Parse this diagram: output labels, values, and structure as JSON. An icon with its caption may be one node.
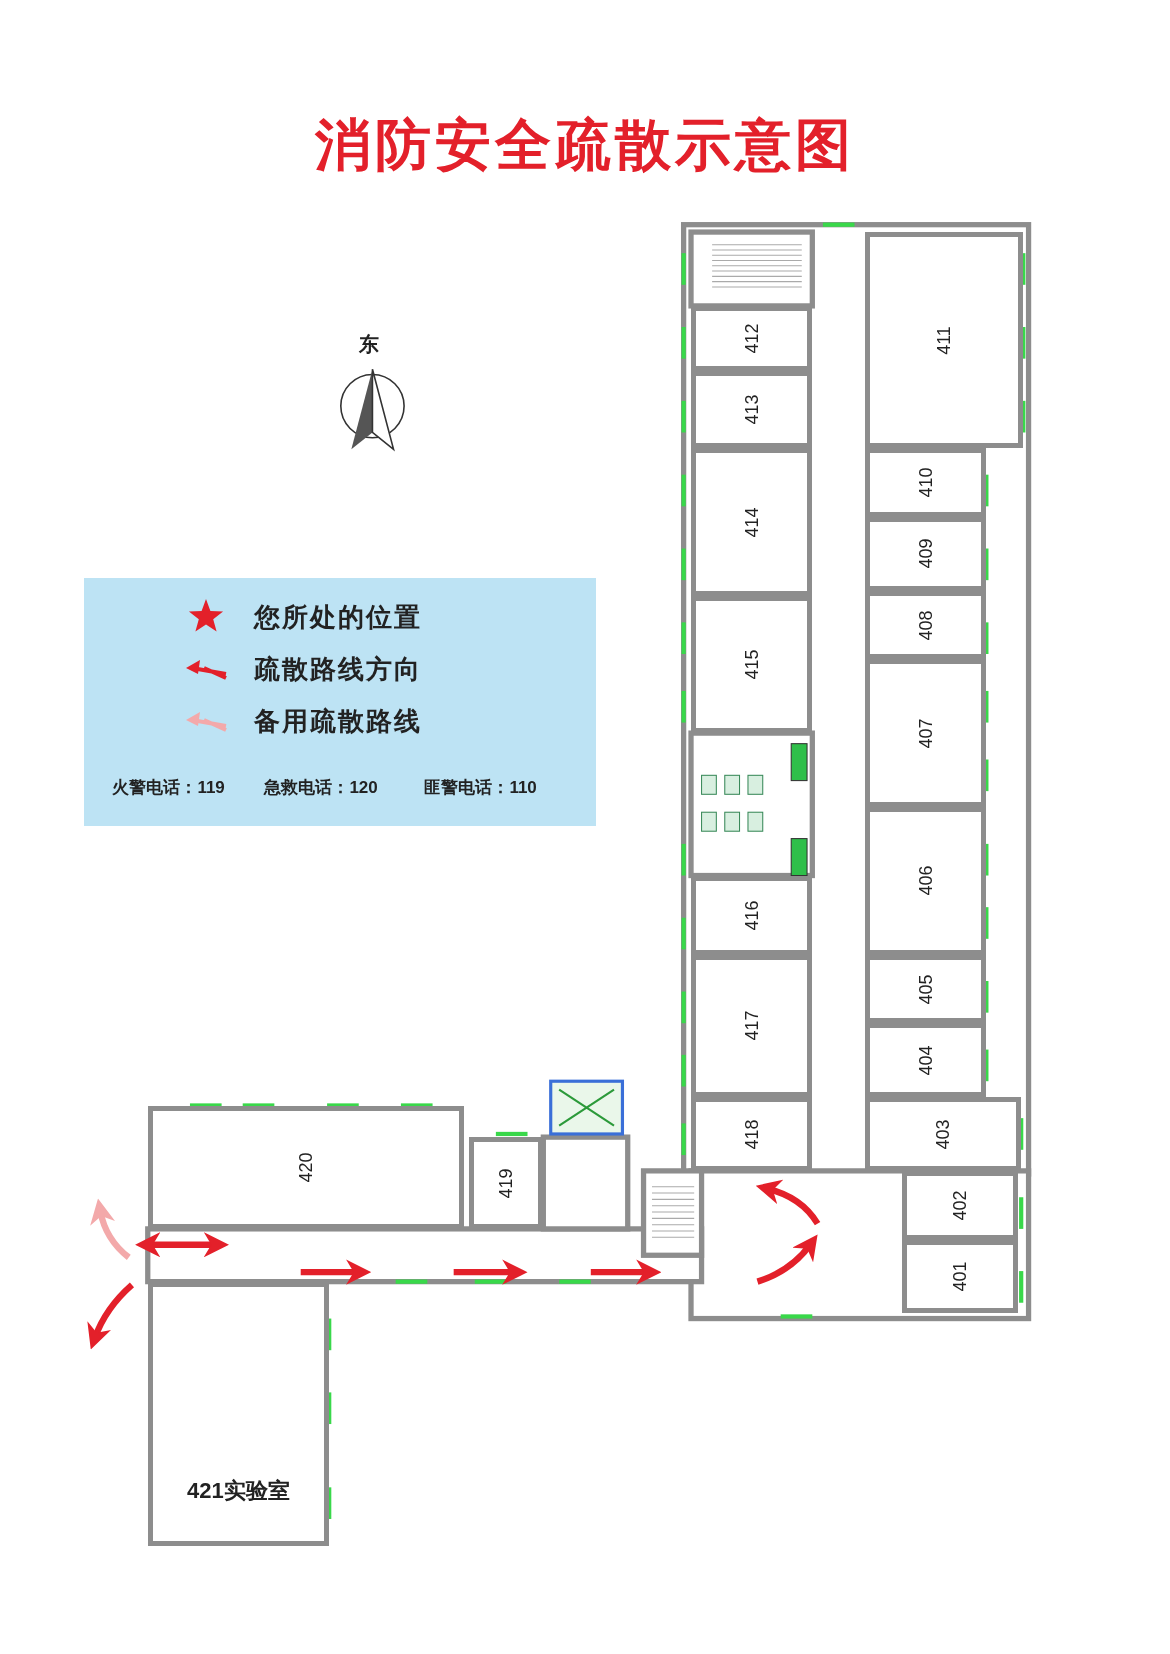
{
  "diagram": {
    "title": "消防安全疏散示意图",
    "nodes": [
      {
        "text": [
          "401"
        ]
      },
      {
        "text": [
          "402"
        ]
      },
      {
        "text": [
          "403"
        ]
      },
      {
        "text": [
          "404"
        ]
      },
      {
        "text": [
          "405"
        ]
      },
      {
        "text": [
          "406"
        ]
      },
      {
        "text": [
          "407"
        ]
      },
      {
        "text": [
          "408"
        ]
      },
      {
        "text": [
          "409"
        ]
      },
      {
        "text": [
          "410"
        ]
      },
      {
        "text": [
          "411"
        ]
      },
      {
        "text": [
          "412"
        ]
      },
      {
        "text": [
          "413"
        ]
      },
      {
        "text": [
          "414"
        ]
      },
      {
        "text": [
          "415"
        ]
      },
      {
        "text": [
          "416"
        ]
      },
      {
        "text": [
          "417"
        ]
      },
      {
        "text": [
          "418"
        ]
      },
      {
        "text": [
          "419"
        ]
      },
      {
        "text": [
          "420"
        ]
      },
      {
        "text": [
          "421实验室"
        ]
      }
    ],
    "edges": [],
    "labels": [
      "东",
      "火警电话：119",
      "急救电话：120",
      "匪警电话：110"
    ],
    "legend": [
      {
        "text": "您所处的位置"
      },
      {
        "text": "疏散路线方向"
      },
      {
        "text": "备用疏散路线"
      }
    ]
  }
}
